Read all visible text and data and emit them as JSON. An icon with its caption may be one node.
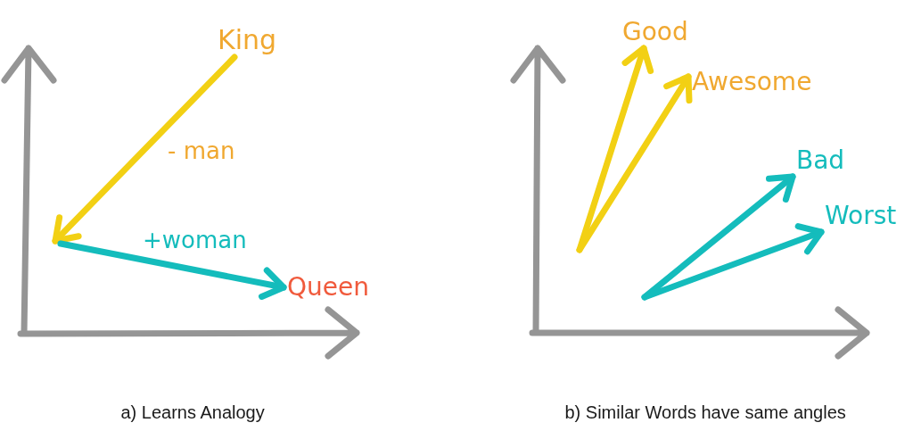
{
  "diagram": {
    "nodes": [
      {
        "text": [
          "King"
        ]
      },
      {
        "text": [
          "Queen"
        ]
      },
      {
        "text": [
          "Good"
        ]
      },
      {
        "text": [
          "Awesome"
        ]
      },
      {
        "text": [
          "Bad"
        ]
      },
      {
        "text": [
          "Worst"
        ]
      }
    ],
    "edges": [
      {
        "from": 0,
        "to": null,
        "arrow": "to",
        "label": "- man",
        "color": "#f2d014"
      },
      {
        "from": null,
        "to": 1,
        "arrow": "to",
        "label": "+woman",
        "color": "#14bcbc"
      },
      {
        "from": null,
        "to": 2,
        "arrow": "to",
        "color": "#f2d014"
      },
      {
        "from": null,
        "to": 3,
        "arrow": "to",
        "color": "#f2d014"
      },
      {
        "from": null,
        "to": 4,
        "arrow": "to",
        "color": "#14bcbc"
      },
      {
        "from": null,
        "to": 5,
        "arrow": "to",
        "color": "#14bcbc"
      }
    ],
    "labels": [
      "a) Learns Analogy",
      "b) Similar Words have same angles"
    ]
  }
}
